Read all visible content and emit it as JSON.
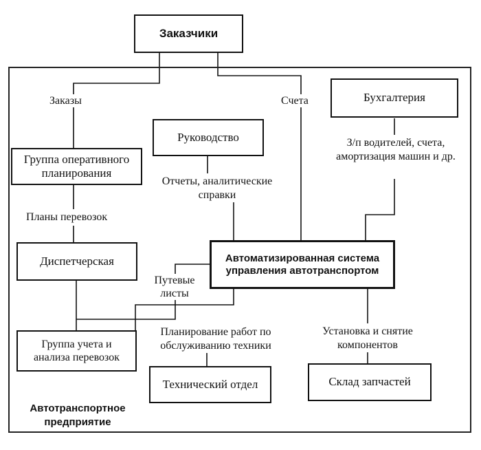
{
  "nodes": {
    "customers": "Заказчики",
    "accounting": "Бухгалтерия",
    "management": "Руководство",
    "planning_group": "Группа оперативного планирования",
    "dispatch": "Диспетчерская",
    "asu": "Автоматизированная система управления автотранспортом",
    "accounting_group": "Группа учета и анализа перевозок",
    "tech_dept": "Технический отдел",
    "parts_warehouse": "Склад запчастей"
  },
  "edges": {
    "orders": "Заказы",
    "invoices": "Счета",
    "salaries": "З/п водителей, счета, амортизация машин и др.",
    "reports": "Отчеты, аналитические справки",
    "transport_plans": "Планы перевозок",
    "waybills": "Путевые листы",
    "maintenance_planning": "Планирование работ по обслуживанию техники",
    "components": "Установка и снятие компонентов"
  },
  "enterprise_label": "Автотранспортное предприятие"
}
